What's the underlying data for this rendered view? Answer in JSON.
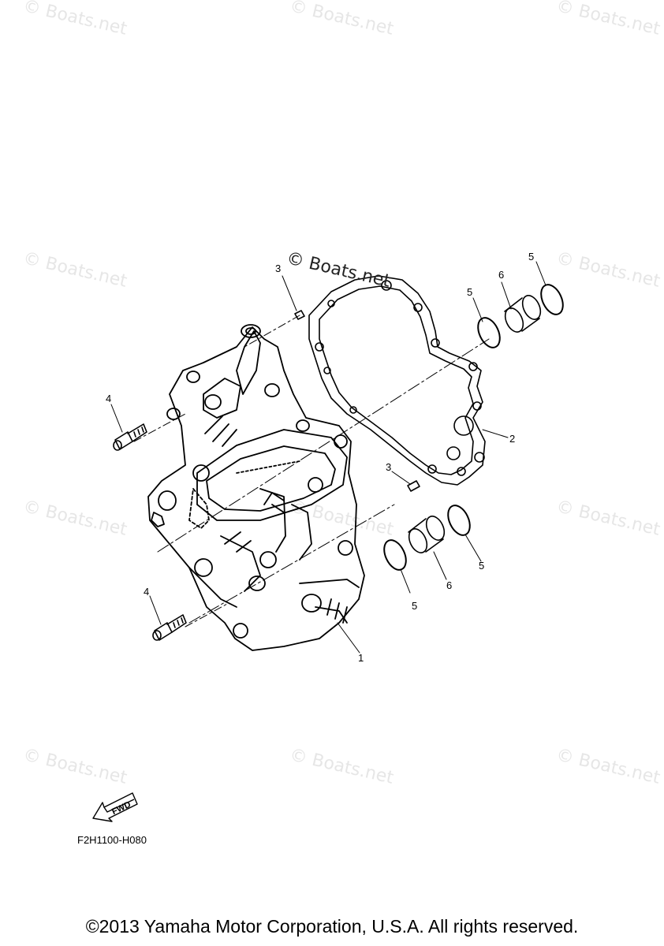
{
  "watermark_text": "© Boats.net",
  "callouts": {
    "c1": "1",
    "c2": "2",
    "c3a": "3",
    "c3b": "3",
    "c4a": "4",
    "c4b": "4",
    "c5a": "5",
    "c5b": "5",
    "c5c": "5",
    "c5d": "5",
    "c6a": "6",
    "c6b": "6"
  },
  "fwd_label": "FWD",
  "diagram_code": "F2H1100-H080",
  "copyright": "©2013 Yamaha Motor Corporation, U.S.A. All rights reserved."
}
